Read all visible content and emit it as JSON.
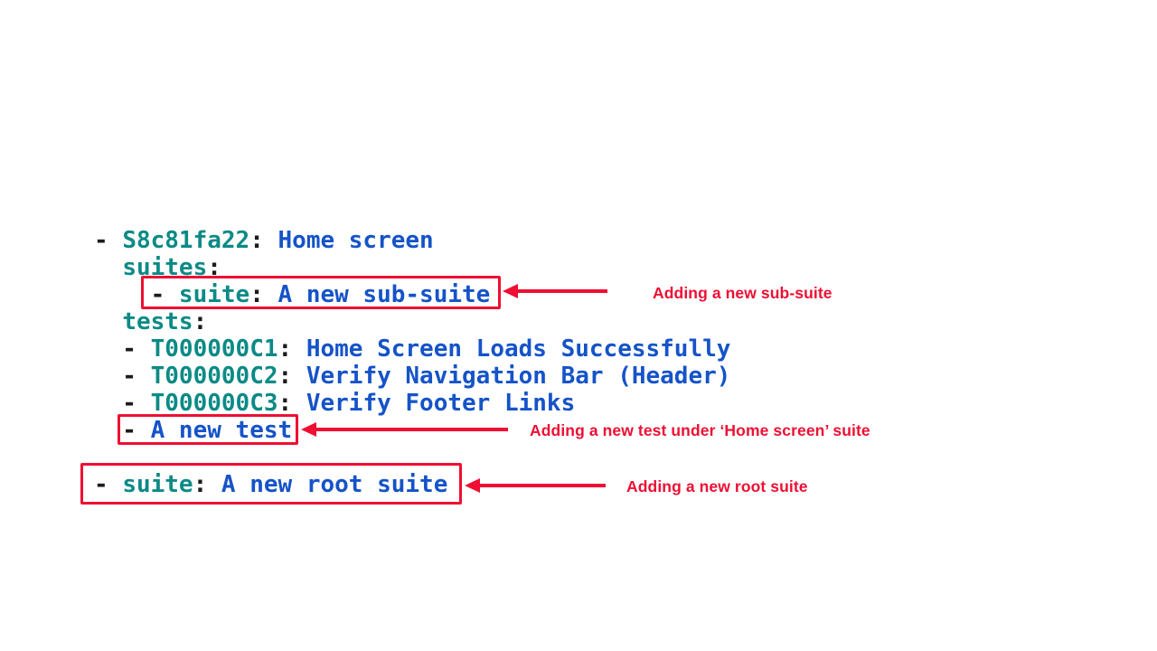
{
  "page": {
    "background": "#ffffff"
  },
  "colors": {
    "key": "#0b8a86",
    "value": "#1553c8",
    "punct": "#1b1b1b",
    "red": "#ee0f33"
  },
  "code": {
    "language": "yaml",
    "lines": [
      {
        "segments": [
          {
            "t": "- ",
            "c": "punct"
          },
          {
            "t": "S8c81fa22",
            "c": "key"
          },
          {
            "t": ":",
            "c": "punct"
          },
          {
            "t": " Home screen",
            "c": "value"
          }
        ]
      },
      {
        "segments": [
          {
            "t": "  ",
            "c": "punct"
          },
          {
            "t": "suites",
            "c": "key"
          },
          {
            "t": ":",
            "c": "punct"
          }
        ]
      },
      {
        "segments": [
          {
            "t": "    - ",
            "c": "punct"
          },
          {
            "t": "suite",
            "c": "key"
          },
          {
            "t": ":",
            "c": "punct"
          },
          {
            "t": " A new sub-suite",
            "c": "value"
          }
        ]
      },
      {
        "segments": [
          {
            "t": "  ",
            "c": "punct"
          },
          {
            "t": "tests",
            "c": "key"
          },
          {
            "t": ":",
            "c": "punct"
          }
        ]
      },
      {
        "segments": [
          {
            "t": "  - ",
            "c": "punct"
          },
          {
            "t": "T000000C1",
            "c": "key"
          },
          {
            "t": ":",
            "c": "punct"
          },
          {
            "t": " Home Screen Loads Successfully",
            "c": "value"
          }
        ]
      },
      {
        "segments": [
          {
            "t": "  - ",
            "c": "punct"
          },
          {
            "t": "T000000C2",
            "c": "key"
          },
          {
            "t": ":",
            "c": "punct"
          },
          {
            "t": " Verify Navigation Bar (Header)",
            "c": "value"
          }
        ]
      },
      {
        "segments": [
          {
            "t": "  - ",
            "c": "punct"
          },
          {
            "t": "T000000C3",
            "c": "key"
          },
          {
            "t": ":",
            "c": "punct"
          },
          {
            "t": " Verify Footer Links",
            "c": "value"
          }
        ]
      },
      {
        "segments": [
          {
            "t": "  - ",
            "c": "punct"
          },
          {
            "t": "A new test",
            "c": "value"
          }
        ]
      },
      {
        "segments": []
      },
      {
        "segments": [
          {
            "t": "- ",
            "c": "punct"
          },
          {
            "t": "suite",
            "c": "key"
          },
          {
            "t": ":",
            "c": "punct"
          },
          {
            "t": " A new root suite",
            "c": "value"
          }
        ]
      }
    ]
  },
  "annotations": [
    {
      "label": "Adding a new sub-suite"
    },
    {
      "label": "Adding a new test under ‘Home screen’ suite"
    },
    {
      "label": "Adding a new root suite"
    }
  ]
}
